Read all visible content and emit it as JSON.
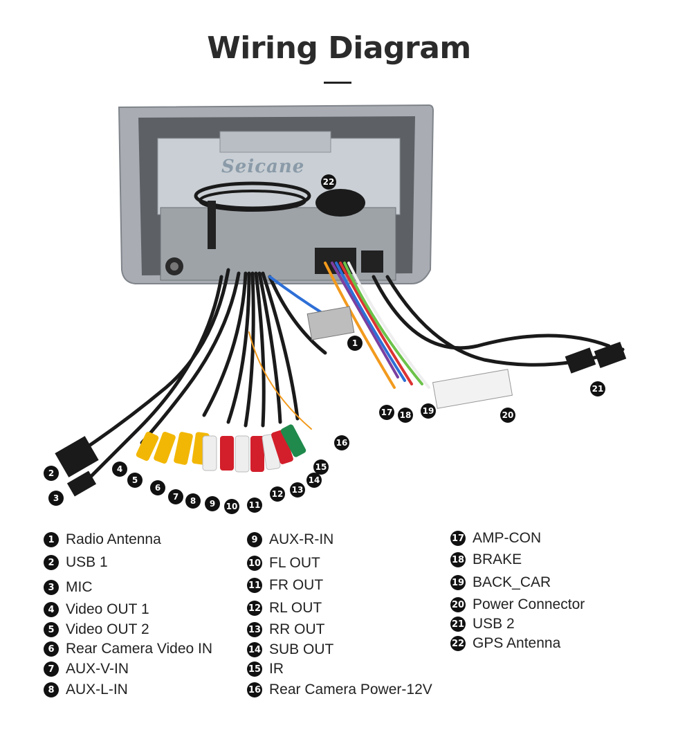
{
  "title": "Wiring Diagram",
  "brand": "Seicane",
  "legend": [
    {
      "num": "1",
      "label": "Radio Antenna"
    },
    {
      "num": "2",
      "label": "USB 1"
    },
    {
      "num": "3",
      "label": "MIC"
    },
    {
      "num": "4",
      "label": "Video OUT 1"
    },
    {
      "num": "5",
      "label": "Video OUT 2"
    },
    {
      "num": "6",
      "label": "Rear Camera Video IN"
    },
    {
      "num": "7",
      "label": "AUX-V-IN"
    },
    {
      "num": "8",
      "label": "AUX-L-IN"
    },
    {
      "num": "9",
      "label": "AUX-R-IN"
    },
    {
      "num": "10",
      "label": "FL OUT"
    },
    {
      "num": "11",
      "label": "FR OUT"
    },
    {
      "num": "12",
      "label": "RL OUT"
    },
    {
      "num": "13",
      "label": "RR OUT"
    },
    {
      "num": "14",
      "label": "SUB OUT"
    },
    {
      "num": "15",
      "label": "IR"
    },
    {
      "num": "16",
      "label": "Rear Camera Power-12V"
    },
    {
      "num": "17",
      "label": "AMP-CON"
    },
    {
      "num": "18",
      "label": "BRAKE"
    },
    {
      "num": "19",
      "label": "BACK_CAR"
    },
    {
      "num": "20",
      "label": "Power Connector"
    },
    {
      "num": "21",
      "label": "USB 2"
    },
    {
      "num": "22",
      "label": "GPS Antenna"
    }
  ],
  "colors": {
    "frame": "#a9adb3",
    "panel": "#c9cfd4",
    "rca_yellow": "#f2b705",
    "rca_white": "#eeeeee",
    "rca_red": "#d21f2b",
    "rca_green": "#1f8a4c",
    "cable": "#1a1a1a"
  }
}
